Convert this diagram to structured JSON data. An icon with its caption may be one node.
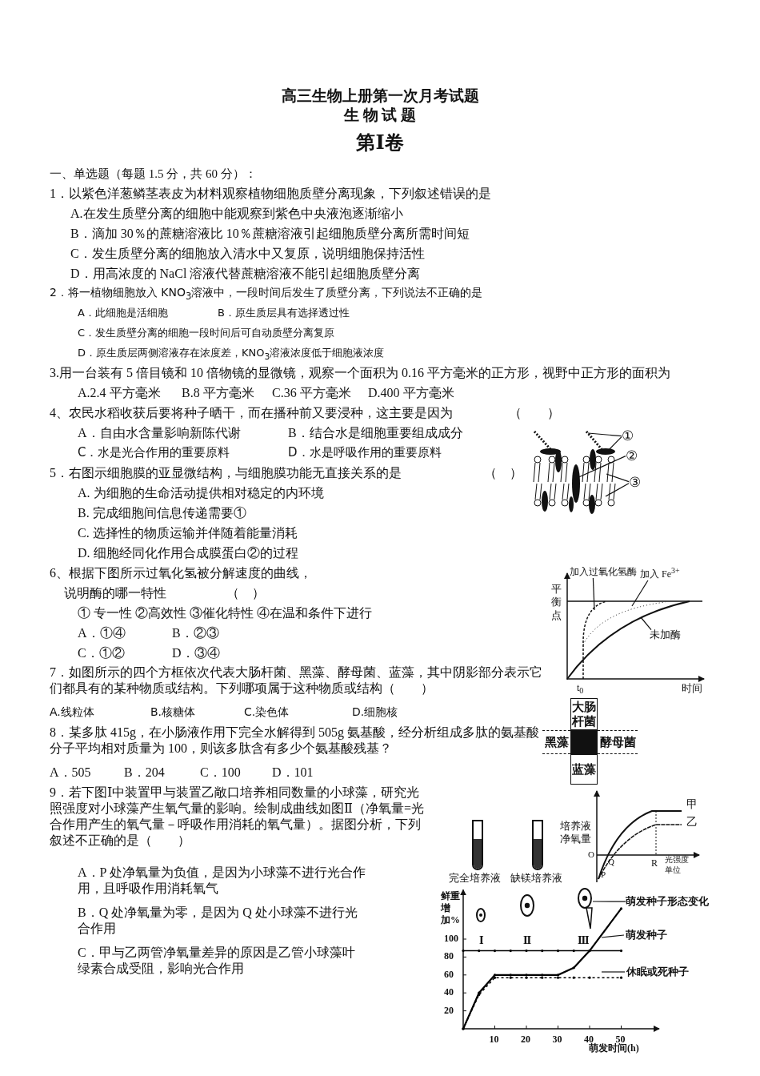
{
  "diagram": {
    "title": "高三生物上册第一次月考试题",
    "nodes": [
      {
        "text": [
          "①"
        ]
      },
      {
        "text": [
          "②"
        ]
      },
      {
        "text": [
          "③"
        ]
      },
      {
        "text": [
          "加入过氧化氢酶"
        ]
      },
      {
        "text": [
          "加入 Fe$^{3+}$"
        ]
      },
      {
        "text": [
          "未加酶"
        ]
      },
      {
        "text": [
          "大肠杆菌"
        ]
      },
      {
        "text": [
          "黑藻"
        ]
      },
      {
        "text": [
          "酵母菌"
        ]
      },
      {
        "text": [
          "蓝藻"
        ]
      },
      {
        "text": [],
        "shape": "picture"
      },
      {
        "text": [
          "萌发种子形态变化"
        ]
      },
      {
        "text": [],
        "shape": "picture"
      },
      {
        "text": [],
        "shape": "picture"
      },
      {
        "text": [],
        "shape": "picture"
      }
    ],
    "edges": [
      {
        "from": 0,
        "to": 10,
        "arrow": "none"
      },
      {
        "from": 0,
        "to": 10,
        "arrow": "none"
      },
      {
        "from": 1,
        "to": 10,
        "arrow": "none"
      },
      {
        "from": 2,
        "to": 10,
        "arrow": "none"
      },
      {
        "from": 2,
        "to": 10,
        "arrow": "none"
      },
      {
        "from": 3,
        "to": null,
        "arrow": "none"
      },
      {
        "from": 4,
        "to": null,
        "arrow": "none"
      },
      {
        "from": 5,
        "to": null,
        "arrow": "none"
      },
      {
        "from": 11,
        "to": 14,
        "arrow": "none"
      }
    ],
    "labels": [
      "生 物 试 题",
      "第Ⅰ卷",
      "一、单选题（每题 1.5 分，共 60 分）：",
      "1．以紫色洋葱鳞茎表皮为材料观察植物细胞质壁分离现象，下列叙述错误的是",
      "A.在发生质壁分离的细胞中能观察到紫色中央液泡逐渐缩小",
      "B．滴加 30％的蔗糖溶液比 10％蔗糖溶液引起细胞质壁分离所需时间短",
      "C．发生质壁分离的细胞放入清水中又复原，说明细胞保持活性",
      "D．用高浓度的 NaCl 溶液代替蔗糖溶液不能引起细胞质壁分离",
      "2．将一植物细胞放入 KNO$_{3}$溶液中，一段时间后发生了质壁分离，下列说法不正确的是",
      "A．此细胞是活细胞",
      "B．原生质层具有选择透过性",
      "C．发生质壁分离的细胞一段时间后可自动质壁分离复原",
      "D．原生质层两侧溶液存在浓度差，KNO$_{3}$溶液浓度低于细胞液浓度",
      "3.用一台装有 5 倍目镜和 10 倍物镜的显微镜，观察一个面积为 0.16 平方毫米的正方形，视野中正方形的面积为",
      "A.2.4 平方毫米",
      "B.8 平方毫米",
      "C.36 平方毫米",
      "D.400 平方毫米",
      "4、农民水稻收获后要将种子晒干，而在播种前又要浸种，这主要是因为",
      "（　　）",
      "A．自由水含量影响新陈代谢",
      "B．结合水是细胞重要组成成分",
      "C．水是光合作用的重要原料",
      "D．水是呼吸作用的重要原料",
      "5．右图示细胞膜的亚显微结构，与细胞膜功能无直接关系的是",
      "（　）",
      "A. 为细胞的生命活动提供相对稳定的内环境",
      "B. 完成细胞间信息传递需要①",
      "C. 选择性的物质运输并伴随着能量消耗",
      "D. 细胞经同化作用合成膜蛋白②的过程",
      "6、根据下图所示过氧化氢被分解速度的曲线，",
      "说明酶的哪一特性",
      "（　）",
      "① 专一性 ②高效性 ③催化特性 ④在温和条件下进行",
      "A．①④",
      "B．②③",
      "C．①②",
      "D．③④",
      "7．如图所示的四个方框依次代表大肠杆菌、黑藻、酵母菌、蓝藻，其中阴影部分表示它们都具有的某种物质或结构。下列哪项属于这种物质或结构（　　）",
      "A.线粒体",
      "B.核糖体",
      "C.染色体",
      "D.细胞核",
      "8．某多肽 415g，在小肠液作用下完全水解得到 505g 氨基酸，经分析组成多肽的氨基酸分子平均相对质量为 100，则该多肽含有多少个氨基酸残基？",
      "A．505",
      "B．204",
      "C．100",
      "D．101",
      "9．若下图Ⅰ中装置甲与装置乙敞口培养相同数量的小球藻，研究光照强度对小球藻产生氧气量的影响。绘制成曲线如图Ⅱ（净氧量=光合作用产生的氧气量－呼吸作用消耗的氧气量）。据图分析，下列叙述不正确的是（　　）",
      "A．P 处净氧量为负值，是因为小球藻不进行光合作用，且呼吸作用消耗氧气",
      "B．Q 处净氧量为零，是因为 Q 处小球藻不进行光合作用",
      "C．甲与乙两管净氧量差异的原因是乙管小球藻叶绿素合成受阻，影响光合作用",
      "平衡点",
      "t$_{0}$",
      "时间",
      "完全培养液",
      "缺镁培养液",
      "培养液净氧量",
      "O",
      "Q",
      "P",
      "R",
      "光强度单位",
      "甲",
      "乙"
    ],
    "chart_data": {
      "type": "line",
      "xlabel": "萌发时间(h)",
      "ylabel": "鲜重增加%",
      "x": [
        0,
        5,
        10,
        15,
        20,
        25,
        30,
        35,
        40,
        50
      ],
      "series": [
        {
          "name": "萌发种子",
          "color": "#000000",
          "values": [
            0,
            40,
            60,
            60,
            60,
            60,
            60,
            68,
            87,
            134
          ]
        },
        {
          "name": "休眠或死种子",
          "color": "#000000",
          "line_style": "dashed",
          "values": [
            0,
            38,
            57,
            57,
            57,
            57,
            57,
            57,
            57,
            57
          ]
        },
        {
          "color": "#000000",
          "values": [
            87,
            87,
            87,
            87,
            87,
            87,
            87,
            87,
            87,
            87
          ]
        }
      ],
      "xlim": [
        0,
        62
      ],
      "ylim": [
        0,
        155
      ],
      "xticks": [
        10,
        20,
        30,
        40,
        50
      ],
      "yticks": [
        20,
        40,
        60,
        80,
        100
      ],
      "annotations": [
        "Ⅰ",
        "Ⅱ",
        "Ⅲ"
      ]
    }
  }
}
